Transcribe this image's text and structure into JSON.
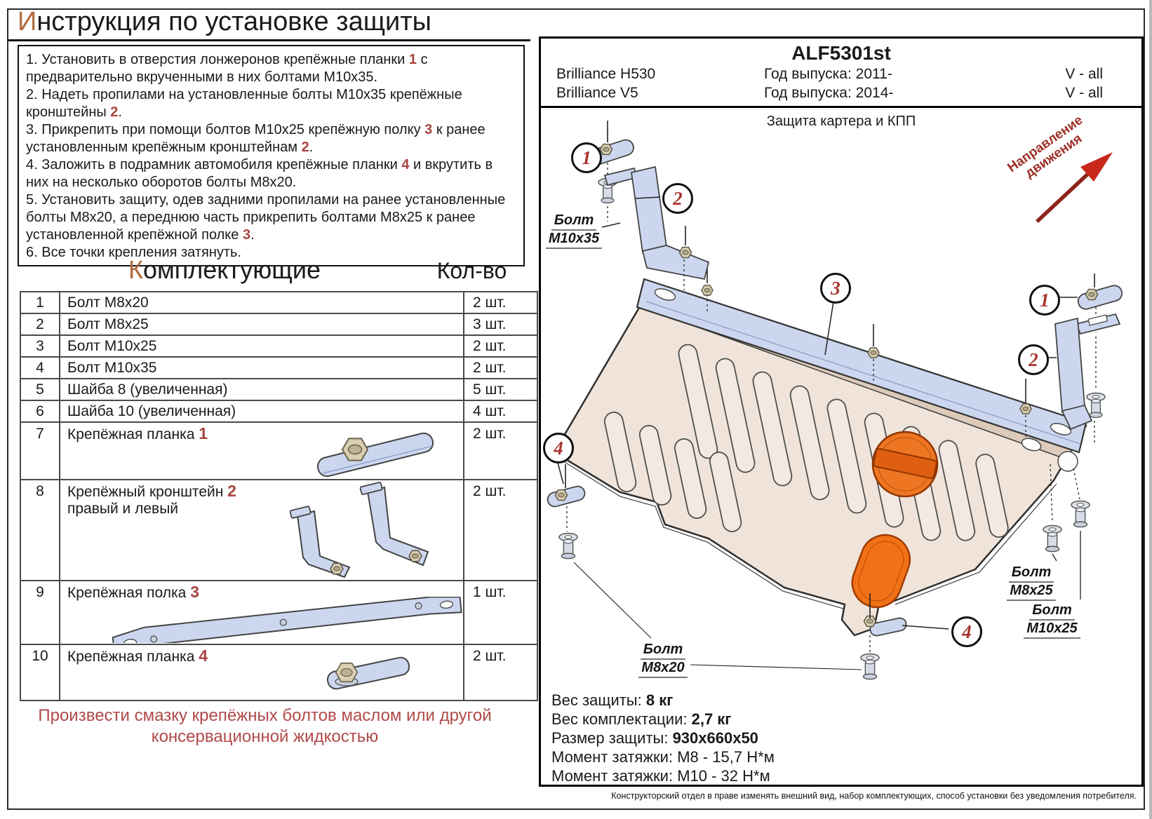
{
  "title": {
    "initial": "И",
    "rest": "нструкция по установке защиты"
  },
  "instructions": {
    "steps": [
      {
        "s0": "1. Установить в отверстия лонжеронов крепёжные планки ",
        "r0": "1",
        "s1": " с предварительно вкрученными в них болтами М10х35."
      },
      {
        "s0": "2. Надеть пропилами на установленные болты М10х35 крепёжные кронштейны ",
        "r0": "2",
        "s1": "."
      },
      {
        "s0": "3. Прикрепить при помощи болтов М10х25 крепёжную полку ",
        "r0": "3",
        "s1": " к ранее установленным крепёжным кронштейнам ",
        "r1": "2",
        "s2": "."
      },
      {
        "s0": "4. Заложить в подрамник автомобиля крепёжные планки ",
        "r0": "4",
        "s1": " и вкрутить в них на несколько оборотов болты М8х20."
      },
      {
        "s0": "5. Установить защиту, одев задними пропилами на ранее установленные болты М8х20, а переднюю часть прикрепить болтами М8х25 к ранее установленной крепёжной полке ",
        "r0": "3",
        "s1": "."
      },
      {
        "s0": "6. Все точки крепления затянуть."
      }
    ]
  },
  "parts_table": {
    "header": {
      "initial": "К",
      "rest": "омплектующие"
    },
    "qty_header": "Кол-во",
    "rows": [
      {
        "num": "1",
        "name": "Болт М8х20",
        "qty": "2 шт."
      },
      {
        "num": "2",
        "name": "Болт М8х25",
        "qty": "3 шт."
      },
      {
        "num": "3",
        "name": "Болт М10х25",
        "qty": "2 шт."
      },
      {
        "num": "4",
        "name": "Болт М10х35",
        "qty": "2 шт."
      },
      {
        "num": "5",
        "name": "Шайба 8 (увеличенная)",
        "qty": "5 шт."
      },
      {
        "num": "6",
        "name": "Шайба 10 (увеличенная)",
        "qty": "4 шт."
      },
      {
        "num": "7",
        "name": "Крепёжная планка ",
        "ref": "1",
        "qty": "2 шт."
      },
      {
        "num": "8",
        "name": "Крепёжный кронштейн ",
        "ref": "2",
        "name2": "правый и левый",
        "qty": "2 шт."
      },
      {
        "num": "9",
        "name": "Крепёжная полка ",
        "ref": "3",
        "qty": "1 шт."
      },
      {
        "num": "10",
        "name": "Крепёжная планка ",
        "ref": "4",
        "qty": "2 шт."
      }
    ]
  },
  "lube_note": {
    "line1": "Произвести смазку крепёжных болтов маслом или другой",
    "line2": "консервационной жидкостью"
  },
  "panel": {
    "code": "ALF5301st",
    "vehicles": [
      {
        "model": "Brilliance H530",
        "year": "Год выпуска: 2011-",
        "version": "V - all"
      },
      {
        "model": "Brilliance V5",
        "year": "Год выпуска: 2014-",
        "version": "V - all"
      }
    ],
    "subtitle": "Защита картера и КПП",
    "direction_label": {
      "line1": "Направление",
      "line2": "движения"
    },
    "callouts": {
      "c1_left": "1",
      "c2_left": "2",
      "c3": "3",
      "c1_right": "1",
      "c2_right": "2",
      "c4_left": "4",
      "c4_right": "4"
    },
    "bolt_labels": {
      "m10x35": {
        "line1": "Болт",
        "line2": "М10х35"
      },
      "m8x25": {
        "line1": "Болт",
        "line2": "М8х25"
      },
      "m10x25": {
        "line1": "Болт",
        "line2": "М10х25"
      },
      "m8x20": {
        "line1": "Болт",
        "line2": "М8х20"
      }
    },
    "specs": [
      {
        "label": "Вес защиты: ",
        "value": "8 кг"
      },
      {
        "label": "Вес комплектации: ",
        "value": "2,7 кг"
      },
      {
        "label": "Размер защиты: ",
        "value": "930х660х50"
      },
      {
        "label": "Момент затяжки: ",
        "value": "М8 - 15,7 Н*м"
      },
      {
        "label": "Момент затяжки: ",
        "value": "М10 - 32 Н*м"
      }
    ]
  },
  "disclaimer": "Конструкторский отдел в праве изменять внешний вид, набор комплектующих, способ установки без уведомления потребителя.",
  "colors": {
    "accent_red": "#a94441",
    "initial_orange": "#b06b3e",
    "part_blue": "#ccd7ef",
    "plate_beige": "#f0e4da",
    "plate_band": "#dccaba",
    "orange_part": "#ee7522",
    "note_red": "#b04a48",
    "direction_red": "#9c2f26"
  }
}
